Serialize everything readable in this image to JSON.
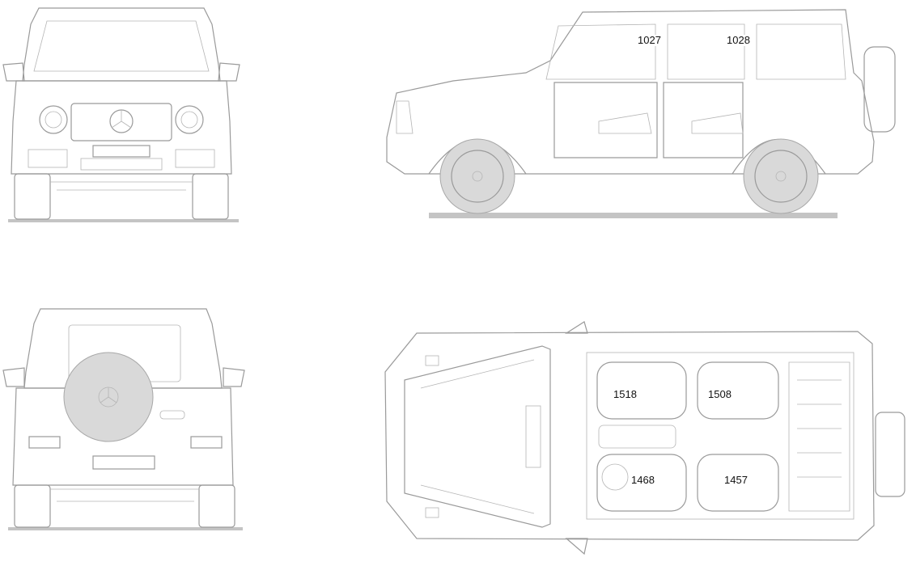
{
  "dimensions": {
    "side_front_door": "1027",
    "side_rear_door": "1028",
    "top_front_left_seat": "1518",
    "top_rear_left_seat": "1508",
    "top_front_right_seat": "1468",
    "top_rear_right_seat": "1457"
  },
  "colors": {
    "line": "#9a9a9a",
    "ground": "#c4c4c4",
    "text": "#111111"
  }
}
